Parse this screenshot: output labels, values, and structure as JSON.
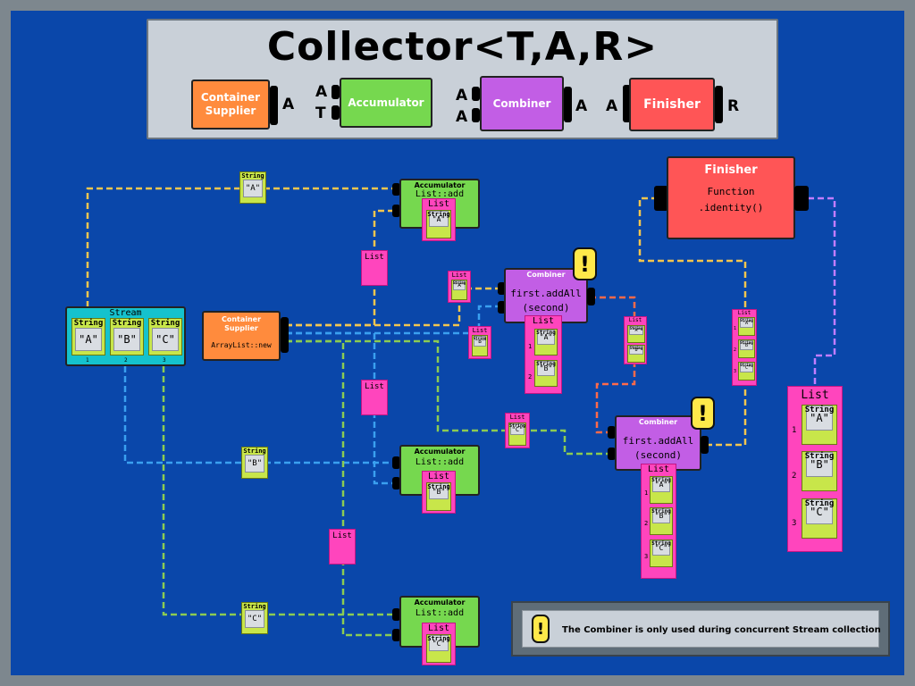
{
  "header": {
    "title": "Collector<T,A,R>",
    "supplier_label": "Container Supplier",
    "accumulator_label": "Accumulator",
    "combiner_label": "Combiner",
    "finisher_label": "Finisher",
    "supplier_out": "A",
    "accumulator_in_1": "A",
    "accumulator_in_2": "T",
    "combiner_in_1": "A",
    "combiner_in_2": "A",
    "combiner_out": "A",
    "finisher_in": "A",
    "finisher_out": "R"
  },
  "stream": {
    "title": "Stream",
    "item_label": "String",
    "values": [
      "\"A\"",
      "\"B\"",
      "\"C\""
    ],
    "indices": [
      "1",
      "2",
      "3"
    ]
  },
  "supplier": {
    "title": "Container Supplier",
    "code": "ArrayList::new"
  },
  "accumulators": [
    {
      "title": "Accumulator",
      "code": "List::add",
      "list_label": "List",
      "item_label": "String",
      "value": "\"A\""
    },
    {
      "title": "Accumulator",
      "code": "List::add",
      "list_label": "List",
      "item_label": "String",
      "value": "\"B\""
    },
    {
      "title": "Accumulator",
      "code": "List::add",
      "list_label": "List",
      "item_label": "String",
      "value": "\"C\""
    }
  ],
  "wire_tokens": {
    "string_label": "String",
    "list_label": "List",
    "a": "\"A\"",
    "b": "\"B\"",
    "c": "\"C\""
  },
  "combiner1": {
    "title": "Combiner",
    "code_1": "first.addAll",
    "code_2": "(second)",
    "list_label": "List",
    "item_label": "String",
    "items": [
      "\"A\"",
      "\"B\""
    ],
    "indices": [
      "1",
      "2"
    ]
  },
  "combiner2": {
    "title": "Combiner",
    "code_1": "first.addAll",
    "code_2": "(second)",
    "list_label": "List",
    "item_label": "String",
    "items": [
      "\"A\"",
      "\"B\"",
      "\"C\""
    ],
    "indices": [
      "1",
      "2",
      "3"
    ]
  },
  "finisher": {
    "title": "Finisher",
    "code_1": "Function",
    "code_2": ".identity()"
  },
  "result": {
    "list_label": "List",
    "item_label": "String",
    "items": [
      "\"A\"",
      "\"B\"",
      "\"C\""
    ],
    "indices": [
      "1",
      "2",
      "3"
    ]
  },
  "warning_glyph": "!",
  "note": {
    "text": "The Combiner is only used during concurrent Stream collection"
  },
  "colors": {
    "background": "#0a47aa",
    "accumulator": "#76d84f",
    "combiner": "#c25ee5",
    "finisher": "#ff5556",
    "supplier": "#ff8b3d",
    "list": "#ff45bd",
    "string": "#c8e64a",
    "stream": "#15c2cd",
    "wire_a": "#f4c64e",
    "wire_b": "#3aa0f0",
    "wire_c": "#8ccc52",
    "wire_combine": "#ff6a4a",
    "wire_finish": "#c27dff"
  }
}
